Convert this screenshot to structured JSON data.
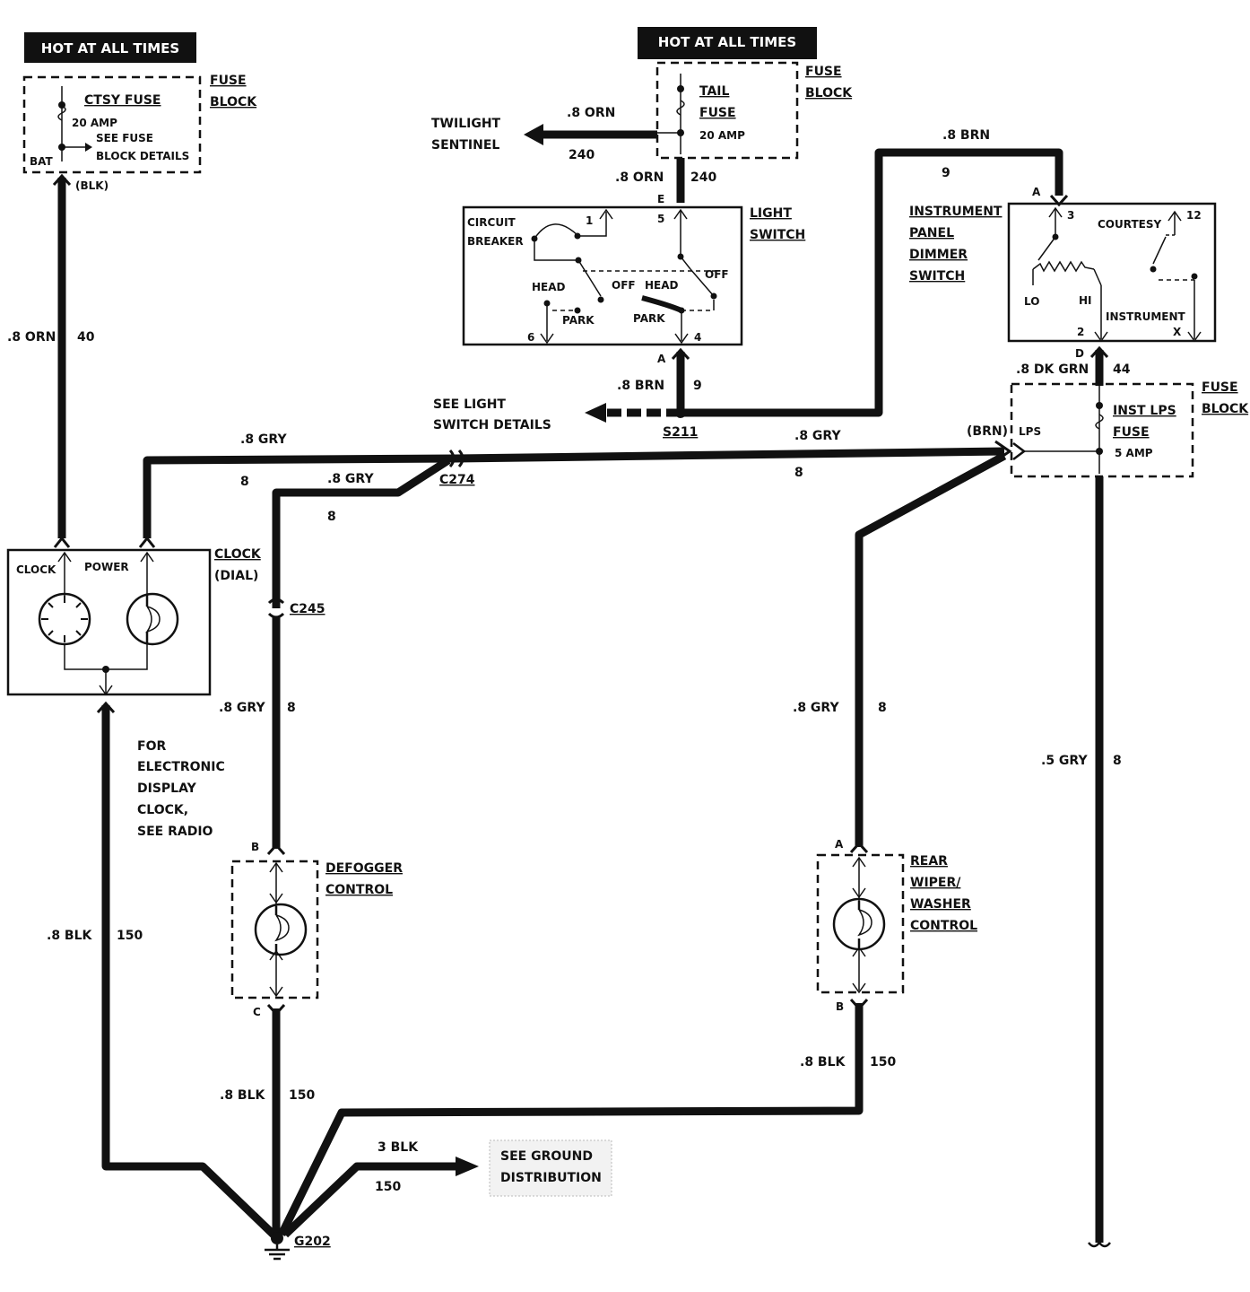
{
  "hot_label": "HOT AT ALL TIMES",
  "fuse_block": {
    "line1": "FUSE",
    "line2": "BLOCK"
  },
  "ctsy_fuse": {
    "name": "CTSY FUSE",
    "rating": "20 AMP",
    "see1": "SEE FUSE",
    "see2": "BLOCK DETAILS",
    "bat": "BAT",
    "blk": "(BLK)"
  },
  "tail_fuse": {
    "line1": "TAIL",
    "line2": "FUSE",
    "rating": "20 AMP"
  },
  "twilight": {
    "line1": "TWILIGHT",
    "line2": "SENTINEL",
    "wire": ".8 ORN",
    "circuit": "240"
  },
  "light_switch": {
    "title1": "LIGHT",
    "title2": "SWITCH",
    "circuit_breaker1": "CIRCUIT",
    "circuit_breaker2": "BREAKER",
    "head": "HEAD",
    "off": "OFF",
    "park": "PARK",
    "pin_e": "E",
    "pin_a": "A",
    "pin1": "1",
    "pin5": "5",
    "pin6": "6",
    "pin4": "4"
  },
  "wire_orn_240": {
    "wire": ".8 ORN",
    "circuit": "240"
  },
  "wire_orn_40": {
    "wire": ".8 ORN",
    "circuit": "40"
  },
  "brn_9_top": {
    "wire": ".8 BRN",
    "circuit": "9"
  },
  "brn_9_mid": {
    "wire": ".8 BRN",
    "circuit": "9"
  },
  "splice": "S211",
  "see_light": {
    "line1": "SEE LIGHT",
    "line2": "SWITCH DETAILS"
  },
  "dimmer": {
    "line1": "INSTRUMENT",
    "line2": "PANEL",
    "line3": "DIMMER",
    "line4": "SWITCH",
    "pin_a": "A",
    "pin3": "3",
    "courtesy": "COURTESY",
    "pin12": "12",
    "lo": "LO",
    "hi": "HI",
    "pin2": "2",
    "instrument": "INSTRUMENT",
    "x": "X"
  },
  "dk_grn": {
    "wire": ".8 DK GRN",
    "circuit": "44",
    "pin": "D"
  },
  "inst_fuse": {
    "line1": "INST LPS",
    "line2": "FUSE",
    "rating": "5 AMP",
    "lps": "LPS",
    "brn": "(BRN)"
  },
  "gry_labels": {
    "top_left": ".8 GRY",
    "top_left_c": "8",
    "mid": ".8 GRY",
    "mid_c": "8",
    "top_right": ".8 GRY",
    "top_right_c": "8",
    "left_v": ".8 GRY",
    "left_v_c": "8",
    "right_v": ".8 GRY",
    "right_v_c": "8",
    "far_right": ".5 GRY",
    "far_right_c": "8"
  },
  "connectors": {
    "c274": "C274",
    "c245": "C245"
  },
  "clock": {
    "title1": "CLOCK",
    "title2": "(DIAL)",
    "clock": "CLOCK",
    "power": "POWER"
  },
  "note": {
    "line1": "FOR",
    "line2": "ELECTRONIC",
    "line3": "DISPLAY",
    "line4": "CLOCK,",
    "line5": "SEE RADIO"
  },
  "defogger": {
    "line1": "DEFOGGER",
    "line2": "CONTROL",
    "pin_b": "B",
    "pin_c": "C"
  },
  "rear_wiper": {
    "line1": "REAR",
    "line2": "WIPER/",
    "line3": "WASHER",
    "line4": "CONTROL",
    "pin_a": "A",
    "pin_b": "B"
  },
  "blk_labels": {
    "left": ".8 BLK",
    "left_c": "150",
    "mid": ".8 BLK",
    "mid_c": "150",
    "right": ".8 BLK",
    "right_c": "150",
    "ground_wire": "3 BLK",
    "ground_c": "150"
  },
  "ground": {
    "name": "G202",
    "see1": "SEE GROUND",
    "see2": "DISTRIBUTION"
  }
}
